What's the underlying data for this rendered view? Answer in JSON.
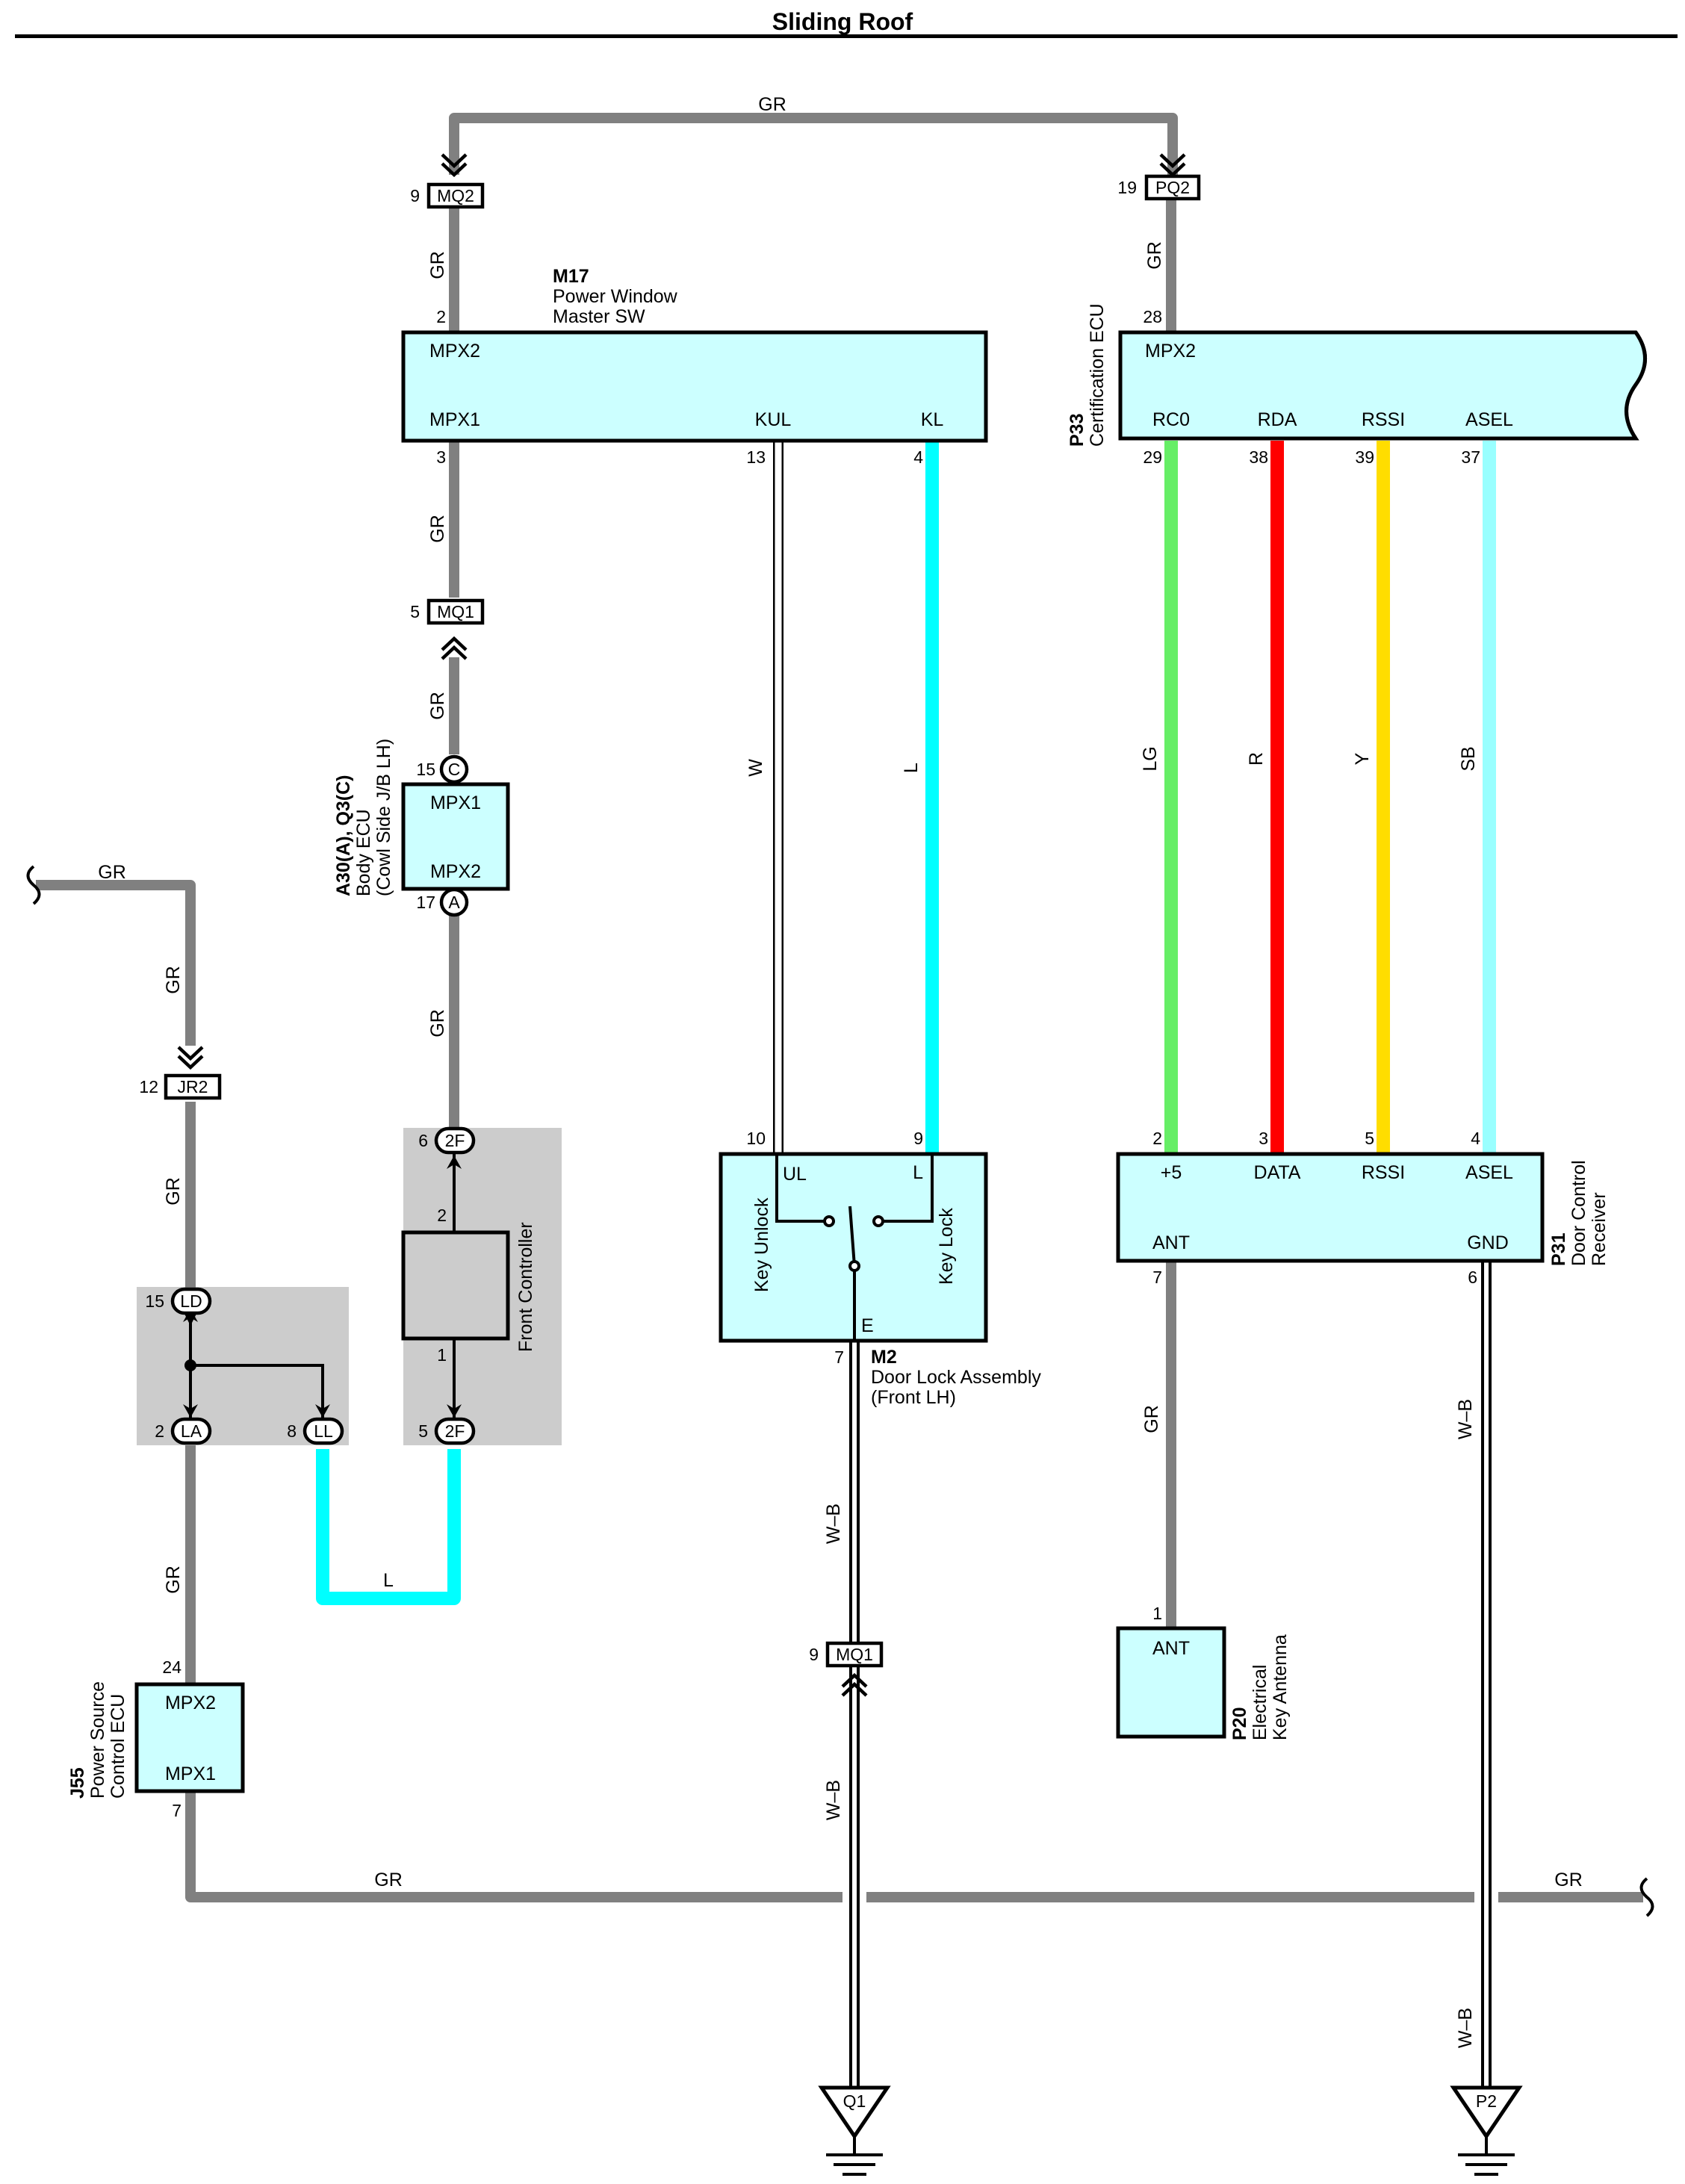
{
  "title": "Sliding Roof",
  "colors": {
    "GR": "#808080",
    "L": "#00ffff",
    "LG": "#66ee66",
    "R": "#ff0000",
    "Y": "#ffdd00",
    "SB": "#99ffff",
    "W": "#ffffff",
    "box_fill": "#ccffff",
    "shaded": "#cccccc"
  },
  "wire_labels": {
    "top_gr": "GR",
    "mq2_m17": "GR",
    "m17_mq1": "GR",
    "mq1_ecu": "GR",
    "ecu_2f": "GR",
    "pq2_p33": "GR",
    "kul_w": "W",
    "kl_l": "L",
    "rc0_lg": "LG",
    "rda_r": "R",
    "rssi_y": "Y",
    "asel_sb": "SB",
    "left_top_h": "GR",
    "left_top_v": "GR",
    "jr2_ld": "GR",
    "la_j55": "GR",
    "l_loop": "L",
    "m2_wb1": "W–B",
    "m2_wb2": "W–B",
    "ant_gr": "GR",
    "gnd_wb1": "W–B",
    "gnd_wb2": "W–B",
    "bottom_gr_left": "GR",
    "bottom_gr_right": "GR"
  },
  "connectors": {
    "mq2": {
      "name": "MQ2",
      "pin": "9"
    },
    "pq2": {
      "name": "PQ2",
      "pin": "19"
    },
    "mq1_top": {
      "name": "MQ1",
      "pin": "5"
    },
    "mq1_bottom": {
      "name": "MQ1",
      "pin": "9"
    },
    "jr2": {
      "name": "JR2",
      "pin": "12"
    },
    "c": {
      "name": "C",
      "pin": "15"
    },
    "a": {
      "name": "A",
      "pin": "17"
    },
    "f2_top": {
      "name": "2F",
      "pin": "6"
    },
    "f2_bottom": {
      "name": "2F",
      "pin": "5"
    },
    "ld": {
      "name": "LD",
      "pin": "15"
    },
    "la": {
      "name": "LA",
      "pin": "2"
    },
    "ll": {
      "name": "LL",
      "pin": "8"
    }
  },
  "m17": {
    "id": "M17",
    "name1": "Power Window",
    "name2": "Master SW",
    "mpx2": "MPX2",
    "mpx1": "MPX1",
    "kul": "KUL",
    "kl": "KL",
    "pin_mpx2": "2",
    "pin_mpx1": "3",
    "pin_kul": "13",
    "pin_kl": "4"
  },
  "p33": {
    "id": "P33",
    "name": "Certification ECU",
    "mpx2": "MPX2",
    "rc0": "RC0",
    "rda": "RDA",
    "rssi": "RSSI",
    "asel": "ASEL",
    "pin_mpx2": "28",
    "pin_rc0": "29",
    "pin_rda": "38",
    "pin_rssi": "39",
    "pin_asel": "37"
  },
  "body_ecu": {
    "id": "A30(A), Q3(C)",
    "name1": "Body ECU",
    "name2": "(Cowl Side J/B LH)",
    "mpx1": "MPX1",
    "mpx2": "MPX2"
  },
  "front_ctrl": {
    "name": "Front Controller",
    "pin_top": "2",
    "pin_bottom": "1"
  },
  "m2": {
    "id": "M2",
    "name1": "Door Lock Assembly",
    "name2": "(Front LH)",
    "ul": "UL",
    "l": "L",
    "e": "E",
    "key_unlock": "Key Unlock",
    "key_lock": "Key Lock",
    "pin_ul": "10",
    "pin_l": "9",
    "pin_e": "7"
  },
  "p31": {
    "id": "P31",
    "name1": "Door Control",
    "name2": "Receiver",
    "p5": "+5",
    "data": "DATA",
    "rssi": "RSSI",
    "asel": "ASEL",
    "ant": "ANT",
    "gnd": "GND",
    "pin_p5": "2",
    "pin_data": "3",
    "pin_rssi": "5",
    "pin_asel": "4",
    "pin_ant": "7",
    "pin_gnd": "6"
  },
  "p20": {
    "id": "P20",
    "name1": "Electrical",
    "name2": "Key Antenna",
    "ant": "ANT",
    "pin": "1"
  },
  "j55": {
    "id": "J55",
    "name1": "Power Source",
    "name2": "Control ECU",
    "mpx2": "MPX2",
    "mpx1": "MPX1",
    "pin_top": "24",
    "pin_bottom": "7"
  },
  "grounds": {
    "q1": "Q1",
    "p2": "P2"
  }
}
